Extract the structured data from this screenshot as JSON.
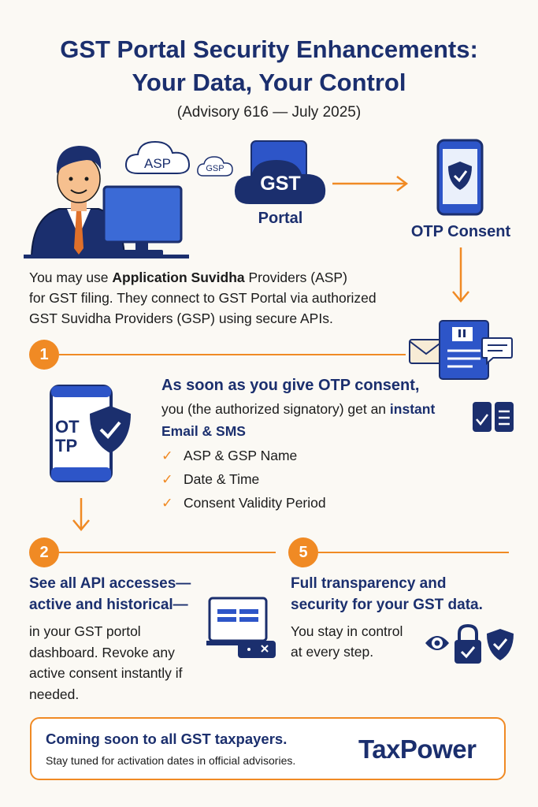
{
  "header": {
    "title_line1": "GST Portal Security Enhancements:",
    "title_line2": "Your Data, Your Control",
    "subtitle": "(Advisory 616 — July 2025)"
  },
  "diagram": {
    "asp_cloud": "ASP",
    "gsp_cloud": "GSP",
    "gst_cloud": "GST",
    "portal_label": "Portal",
    "otp_consent_label": "OTP Consent"
  },
  "intro": {
    "part1": "You may use ",
    "bold": "Application Suvidha",
    "part2": " Providers (ASP)",
    "line2": "for GST filing. They connect to GST Portal via authorized",
    "line3": "GST Suvidha Providers (GSP) using secure APIs."
  },
  "step1": {
    "number": "1",
    "phone_text_line1": "OT",
    "phone_text_line2": "TP",
    "heading": "As soon as you give OTP consent,",
    "line2_part1": "you (the authorized signatory) get an ",
    "line2_bold": "instant",
    "line3_bold": "Email & SMS",
    "checks": [
      "ASP & GSP Name",
      "Date & Time",
      "Consent Validity Period"
    ]
  },
  "step2": {
    "number": "2",
    "heading_line1": "See all API accesses—",
    "heading_line2": "active and historical—",
    "body": [
      "in your GST portol",
      "dashboard. Revoke any",
      "active consent instantly if",
      "needed."
    ]
  },
  "step5": {
    "number": "5",
    "heading_line1": "Full transparency and",
    "heading_line2": "security for your GST data.",
    "body": [
      "You stay in control",
      "at every step."
    ]
  },
  "footer": {
    "headline": "Coming soon to all GST taxpayers.",
    "subline": "Stay tuned for activation dates in official advisories.",
    "brand": "TaxPower"
  },
  "colors": {
    "navy": "#1b2f6e",
    "blue": "#2d55c8",
    "orange": "#f08a24"
  }
}
